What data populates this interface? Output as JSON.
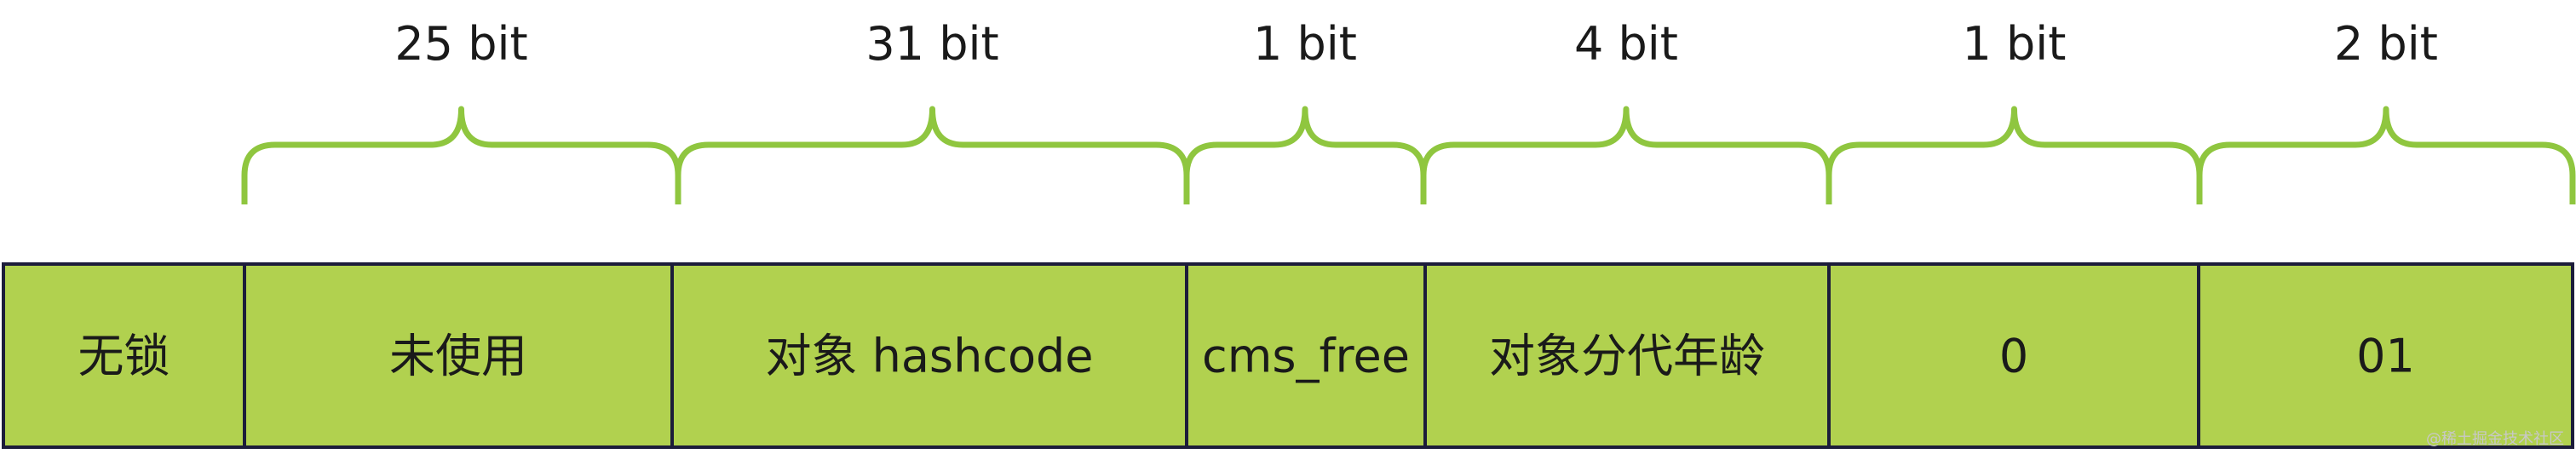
{
  "cells": [
    {
      "label": "无锁"
    },
    {
      "label": "未使用"
    },
    {
      "label": "对象 hashcode"
    },
    {
      "label": "cms_free"
    },
    {
      "label": "对象分代年龄"
    },
    {
      "label": "0"
    },
    {
      "label": "01"
    }
  ],
  "bit_groups": [
    {
      "label": "25 bit"
    },
    {
      "label": "31 bit"
    },
    {
      "label": "1 bit"
    },
    {
      "label": "4 bit"
    },
    {
      "label": "1 bit"
    },
    {
      "label": "2 bit"
    }
  ],
  "colors": {
    "cell_fill": "#b1d14f",
    "cell_border": "#1c1c3a",
    "brace": "#8fc63f"
  },
  "watermark": "@稀土掘金技术社区"
}
